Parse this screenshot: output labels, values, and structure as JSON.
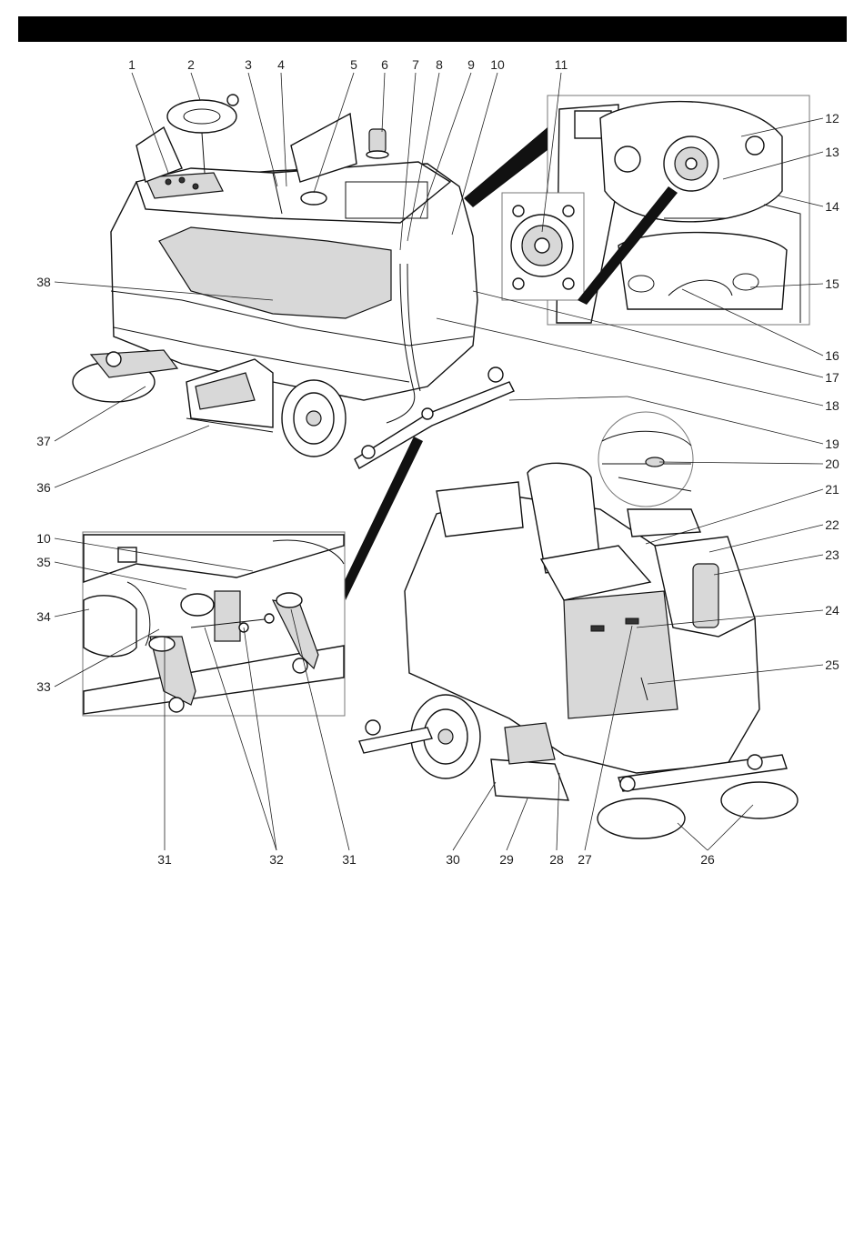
{
  "callouts": {
    "top": [
      "1",
      "2",
      "3",
      "4",
      "5",
      "6",
      "7",
      "8",
      "9",
      "10",
      "11"
    ],
    "right_upper": [
      "12",
      "13",
      "14",
      "15",
      "16",
      "17",
      "18",
      "19"
    ],
    "right_lower": [
      "20",
      "21",
      "22",
      "23",
      "24",
      "25"
    ],
    "bottom": [
      "31",
      "32",
      "31",
      "30",
      "29",
      "28",
      "27",
      "26"
    ],
    "left_upper": [
      "38",
      "37",
      "36"
    ],
    "left_inset": [
      "10",
      "35",
      "34",
      "33"
    ]
  }
}
